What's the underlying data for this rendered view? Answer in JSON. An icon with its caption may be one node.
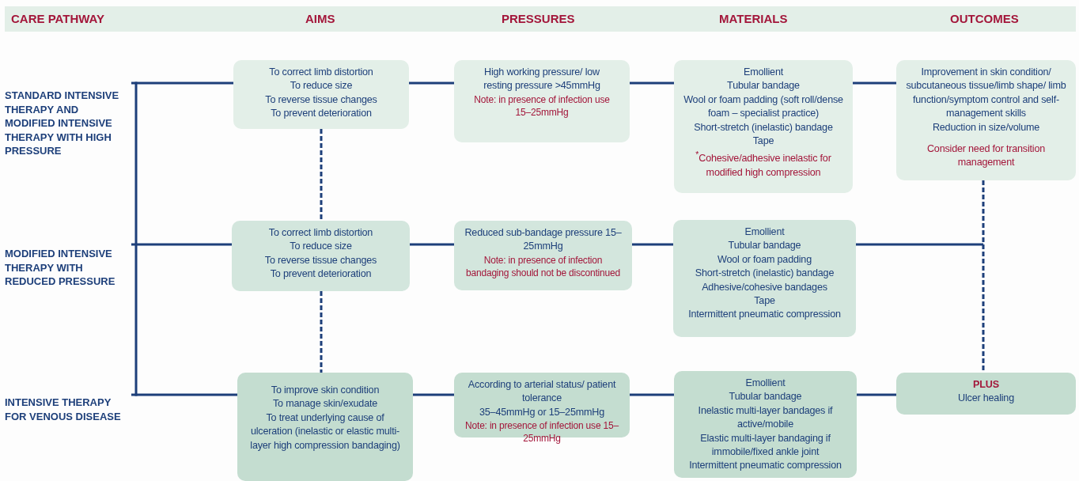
{
  "diagram": {
    "nodes": [
      {
        "text": [
          "STANDARD INTENSIVE THERAPY AND MODIFIED INTENSIVE THERAPY WITH HIGH PRESSURE"
        ]
      },
      {
        "text": [
          "To correct limb distortion",
          "To reduce size",
          "To reverse tissue changes",
          "To prevent deterioration"
        ]
      },
      {
        "text": [
          "High working pressure/ low resting pressure >45mmHg",
          "Note: in presence of infection use 15–25mmHg"
        ]
      },
      {
        "text": [
          "Emollient",
          "Tubular bandage",
          "Wool or foam padding (soft roll/dense foam – specialist practice)",
          "Short-stretch (inelastic) bandage",
          "Tape",
          "$^{*}$Cohesive/adhesive inelastic for modified high compression"
        ]
      },
      {
        "text": [
          "Improvement in skin condition/ subcutaneous tissue/limb shape/ limb function/symptom control and self-management skills",
          "Reduction in size/volume",
          "Consider need for transition management"
        ]
      },
      {
        "text": [
          "MODIFIED INTENSIVE THERAPY WITH REDUCED PRESSURE"
        ]
      },
      {
        "text": [
          "To correct limb distortion",
          "To reduce size",
          "To reverse tissue changes",
          "To prevent deterioration"
        ]
      },
      {
        "text": [
          "Reduced sub-bandage pressure 15–25mmHg",
          "Note: in presence of infection bandaging should not be discontinued"
        ]
      },
      {
        "text": [
          "Emollient",
          "Tubular bandage",
          "Wool or foam padding",
          "Short-stretch (inelastic) bandage",
          "Adhesive/cohesive bandages",
          "Tape",
          "Intermittent pneumatic compression"
        ]
      },
      {
        "text": [
          "INTENSIVE THERAPY FOR VENOUS DISEASE"
        ]
      },
      {
        "text": [
          "To improve skin condition",
          "To manage skin/exudate",
          "To treat underlying cause of ulceration (inelastic or elastic multi-layer high compression bandaging)"
        ]
      },
      {
        "text": [
          "According to arterial status/ patient tolerance",
          "35–45mmHg or 15–25mmHg",
          "Note: in presence of infection use 15–25mmHg"
        ]
      },
      {
        "text": [
          "Emollient",
          "Tubular bandage",
          "Inelastic multi-layer bandages if active/mobile",
          "Elastic multi-layer bandaging if immobile/fixed ankle joint",
          "Intermittent pneumatic compression"
        ]
      },
      {
        "text": [
          "PLUS",
          "Ulcer healing"
        ]
      }
    ],
    "edges": [
      {
        "from": 0,
        "to": 1,
        "arrow": "none"
      },
      {
        "from": 1,
        "to": 2,
        "arrow": "none"
      },
      {
        "from": 2,
        "to": 3,
        "arrow": "none"
      },
      {
        "from": 3,
        "to": 4,
        "arrow": "none"
      },
      {
        "from": 5,
        "to": 6,
        "arrow": "none"
      },
      {
        "from": 6,
        "to": 7,
        "arrow": "none"
      },
      {
        "from": 7,
        "to": 8,
        "arrow": "none"
      },
      {
        "from": 8,
        "to": null,
        "arrow": "none"
      },
      {
        "from": 9,
        "to": 10,
        "arrow": "none"
      },
      {
        "from": 10,
        "to": 11,
        "arrow": "none"
      },
      {
        "from": 11,
        "to": 12,
        "arrow": "none"
      },
      {
        "from": 12,
        "to": 13,
        "arrow": "none"
      },
      {
        "from": 1,
        "to": 6,
        "arrow": "none",
        "style": "dashed"
      },
      {
        "from": 6,
        "to": 10,
        "arrow": "none",
        "style": "dashed"
      },
      {
        "from": 4,
        "to": 13,
        "arrow": "none",
        "style": "dashed"
      }
    ],
    "labels": [
      "CARE PATHWAY",
      "AIMS",
      "PRESSURES",
      "MATERIALS",
      "OUTCOMES"
    ]
  }
}
